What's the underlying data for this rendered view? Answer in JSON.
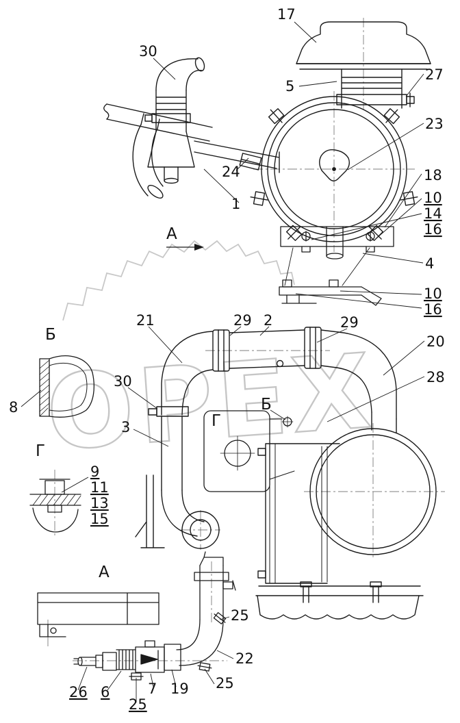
{
  "meta": {
    "watermark": "ОРЕХ",
    "line_color": "#1a1a1a",
    "watermark_color": "#c6c6c6",
    "background": "#ffffff"
  },
  "callouts": [
    {
      "label": "17"
    },
    {
      "label": "30"
    },
    {
      "label": "5"
    },
    {
      "label": "27"
    },
    {
      "label": "23"
    },
    {
      "label": "24"
    },
    {
      "label": "1"
    },
    {
      "label": "18"
    },
    {
      "label": "10"
    },
    {
      "label": "14"
    },
    {
      "label": "16"
    },
    {
      "label": "4"
    },
    {
      "label": "10"
    },
    {
      "label": "16"
    },
    {
      "label": "21"
    },
    {
      "label": "29"
    },
    {
      "label": "2"
    },
    {
      "label": "29"
    },
    {
      "label": "20"
    },
    {
      "label": "28"
    },
    {
      "label": "30"
    },
    {
      "label": "8"
    },
    {
      "label": "3"
    },
    {
      "label": "9"
    },
    {
      "label": "11"
    },
    {
      "label": "13"
    },
    {
      "label": "15"
    },
    {
      "label": "25"
    },
    {
      "label": "22"
    },
    {
      "label": "25"
    },
    {
      "label": "26"
    },
    {
      "label": "6"
    },
    {
      "label": "25"
    },
    {
      "label": "7"
    },
    {
      "label": "19"
    }
  ],
  "views": [
    {
      "label": "А"
    },
    {
      "label": "Б"
    },
    {
      "label": "Б"
    },
    {
      "label": "Г"
    },
    {
      "label": "Г"
    },
    {
      "label": "А"
    }
  ]
}
